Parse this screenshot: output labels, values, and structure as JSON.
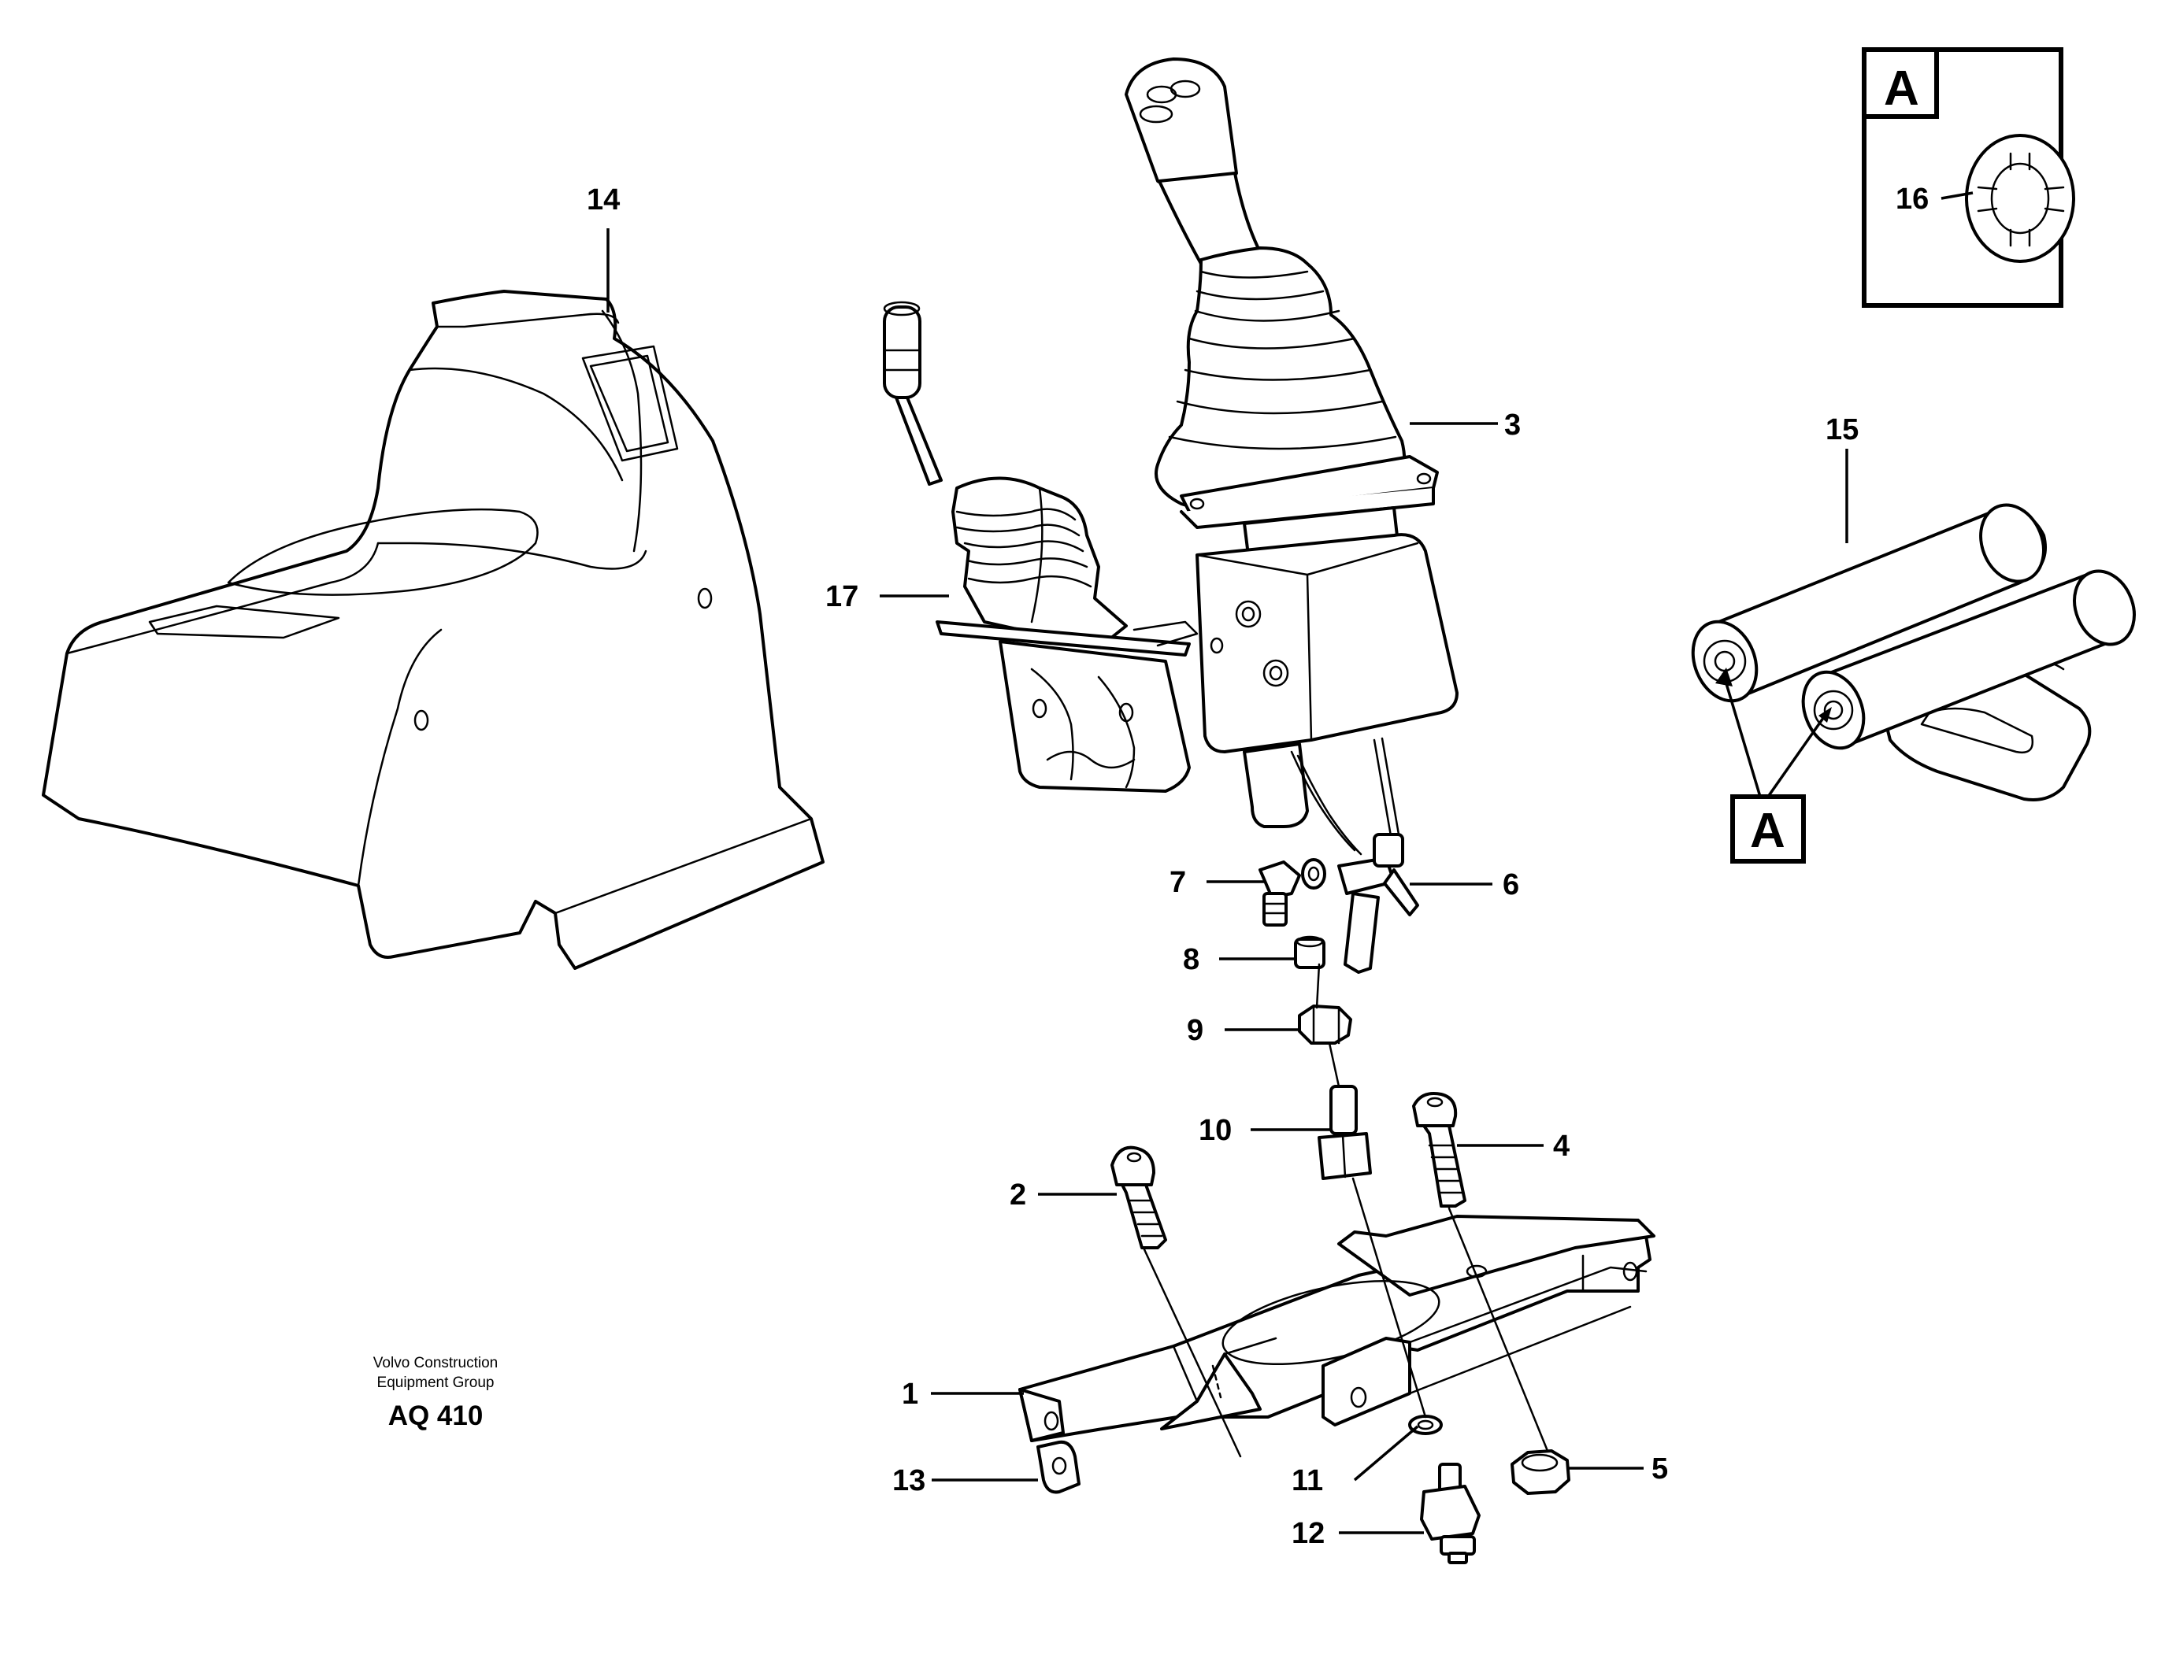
{
  "part_numbers": {
    "p1": "1",
    "p2": "2",
    "p3": "3",
    "p4": "4",
    "p5": "5",
    "p6": "6",
    "p7": "7",
    "p8": "8",
    "p9": "9",
    "p10": "10",
    "p11": "11",
    "p12": "12",
    "p13": "13",
    "p14": "14",
    "p15": "15",
    "p16": "16",
    "p17": "17"
  },
  "detail_callout": "A",
  "detail_box_label": "A",
  "footer": {
    "company_line1": "Volvo Construction",
    "company_line2": "Equipment Group",
    "drawing_code": "AQ 410"
  },
  "colors": {
    "line": "#000000",
    "background": "#ffffff"
  }
}
